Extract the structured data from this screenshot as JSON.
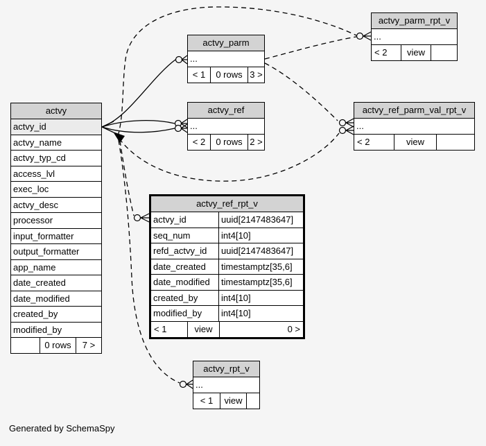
{
  "page": {
    "footer_note": "Generated by SchemaSpy"
  },
  "colors": {
    "page_bg": "#f5f5f5",
    "header_bg": "#d3d3d3",
    "key_row_bg": "#ebebeb",
    "table_bg": "#ffffff",
    "border": "#000000"
  },
  "tables": {
    "actvy": {
      "title": "actvy",
      "columns": [
        "actvy_id",
        "actvy_name",
        "actvy_typ_cd",
        "access_lvl",
        "exec_loc",
        "actvy_desc",
        "processor",
        "input_formatter",
        "output_formatter",
        "app_name",
        "date_created",
        "date_modified",
        "created_by",
        "modified_by"
      ],
      "footer": {
        "left": "",
        "rows": "0 rows",
        "right": "7 >"
      }
    },
    "actvy_parm": {
      "title": "actvy_parm",
      "more": "...",
      "footer": {
        "left": "< 1",
        "rows": "0 rows",
        "right": "3 >"
      }
    },
    "actvy_ref": {
      "title": "actvy_ref",
      "more": "...",
      "footer": {
        "left": "< 2",
        "rows": "0 rows",
        "right": "2 >"
      }
    },
    "actvy_parm_rpt_v": {
      "title": "actvy_parm_rpt_v",
      "more": "...",
      "footer": {
        "left": "< 2",
        "rows": "view",
        "right": ""
      }
    },
    "actvy_ref_parm_val_rpt_v": {
      "title": "actvy_ref_parm_val_rpt_v",
      "more": "...",
      "footer": {
        "left": "< 2",
        "rows": "view",
        "right": ""
      }
    },
    "actvy_ref_rpt_v": {
      "title": "actvy_ref_rpt_v",
      "columns": [
        {
          "name": "actvy_id",
          "type": "uuid[2147483647]"
        },
        {
          "name": "seq_num",
          "type": "int4[10]"
        },
        {
          "name": "refd_actvy_id",
          "type": "uuid[2147483647]"
        },
        {
          "name": "date_created",
          "type": "timestamptz[35,6]"
        },
        {
          "name": "date_modified",
          "type": "timestamptz[35,6]"
        },
        {
          "name": "created_by",
          "type": "int4[10]"
        },
        {
          "name": "modified_by",
          "type": "int4[10]"
        }
      ],
      "footer": {
        "left": "< 1",
        "rows": "view",
        "right": "0 >"
      }
    },
    "actvy_rpt_v": {
      "title": "actvy_rpt_v",
      "more": "...",
      "footer": {
        "left": "< 1",
        "rows": "view",
        "right": ""
      }
    }
  }
}
